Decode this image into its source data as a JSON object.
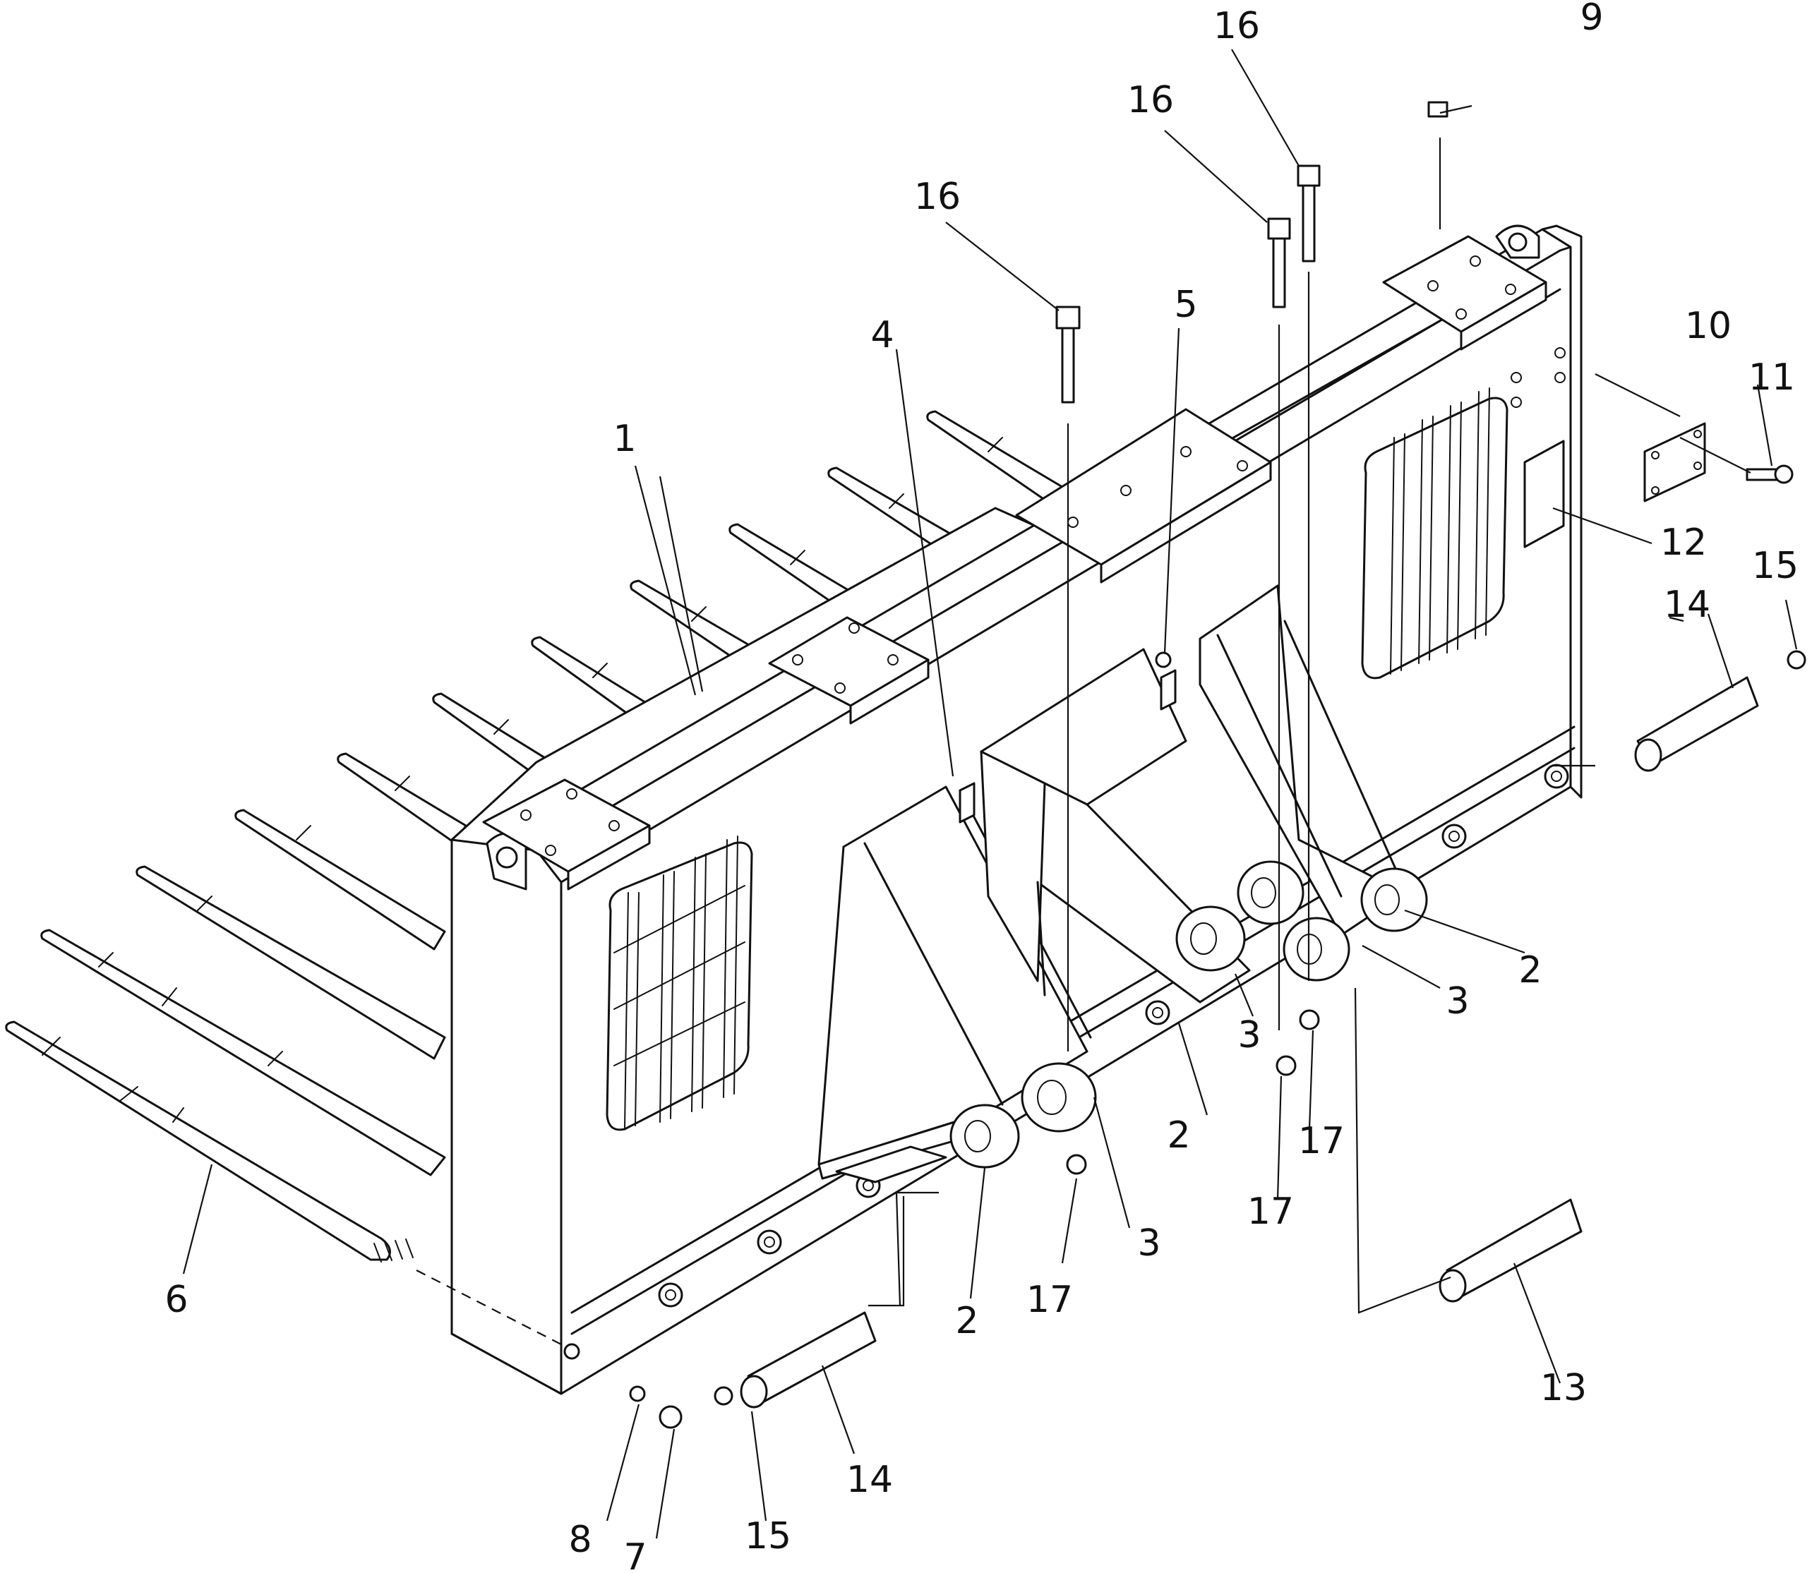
{
  "callouts": [
    {
      "key": "c1",
      "text": "1"
    },
    {
      "key": "c2a",
      "text": "2"
    },
    {
      "key": "c2b",
      "text": "2"
    },
    {
      "key": "c2c",
      "text": "2"
    },
    {
      "key": "c3a",
      "text": "3"
    },
    {
      "key": "c3b",
      "text": "3"
    },
    {
      "key": "c3c",
      "text": "3"
    },
    {
      "key": "c4",
      "text": "4"
    },
    {
      "key": "c5",
      "text": "5"
    },
    {
      "key": "c6",
      "text": "6"
    },
    {
      "key": "c7",
      "text": "7"
    },
    {
      "key": "c8",
      "text": "8"
    },
    {
      "key": "c9",
      "text": "9"
    },
    {
      "key": "c10",
      "text": "10"
    },
    {
      "key": "c11",
      "text": "11"
    },
    {
      "key": "c12",
      "text": "12"
    },
    {
      "key": "c13",
      "text": "13"
    },
    {
      "key": "c14a",
      "text": "14"
    },
    {
      "key": "c14b",
      "text": "14"
    },
    {
      "key": "c15a",
      "text": "15"
    },
    {
      "key": "c15b",
      "text": "15"
    },
    {
      "key": "c16a",
      "text": "16"
    },
    {
      "key": "c16b",
      "text": "16"
    },
    {
      "key": "c16c",
      "text": "16"
    },
    {
      "key": "c17a",
      "text": "17"
    },
    {
      "key": "c17b",
      "text": "17"
    },
    {
      "key": "c17c",
      "text": "17"
    }
  ]
}
